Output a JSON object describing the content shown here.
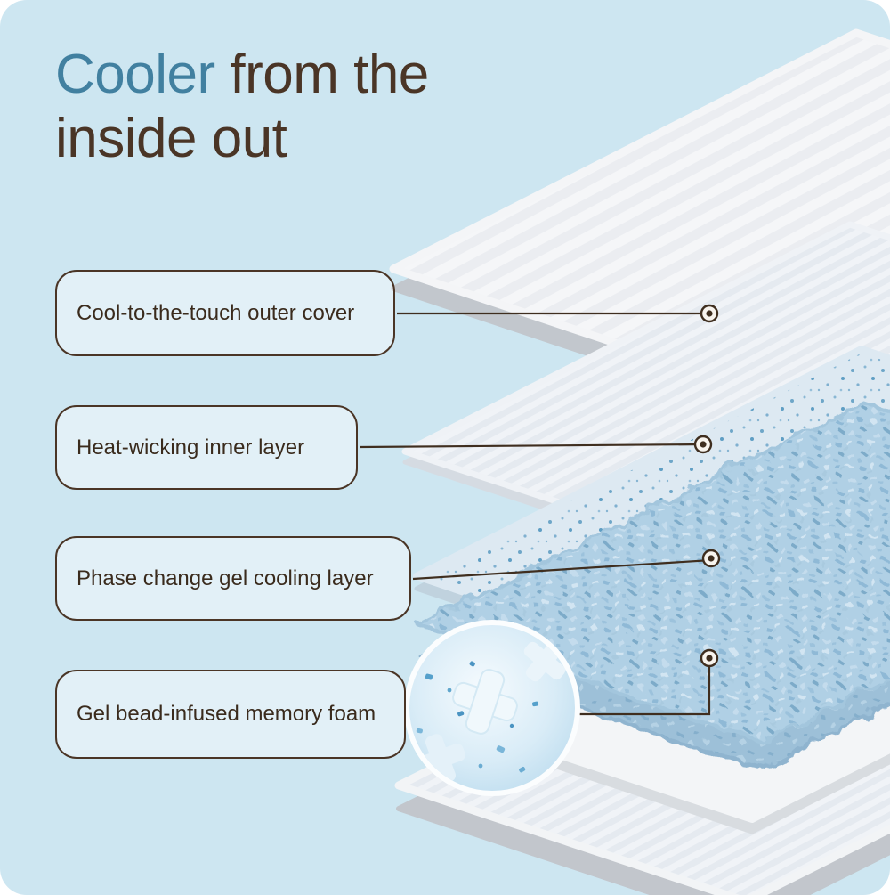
{
  "title": {
    "line1_highlight": "Cooler",
    "line1_rest": " from the",
    "line2": "inside out"
  },
  "callouts": [
    {
      "label": "Cool-to-the-touch outer cover"
    },
    {
      "label": "Heat-wicking inner layer"
    },
    {
      "label": "Phase change gel cooling layer"
    },
    {
      "label": "Gel bead-infused memory foam"
    }
  ],
  "diagram": {
    "layers": [
      "outer-cover-layer",
      "heat-wicking-inner-layer",
      "phase-change-gel-cooling-layer",
      "gel-bead-infused-memory-foam-layer",
      "memory-foam-layer",
      "base-layer"
    ],
    "zoom_inset": "gel-bead-foam-closeup"
  },
  "colors": {
    "background": "#cde6f1",
    "accent_teal": "#4180a0",
    "text_brown": "#4a3526",
    "connector_brown": "#3f2e1f",
    "gel_blue": "#7ab6d9"
  }
}
